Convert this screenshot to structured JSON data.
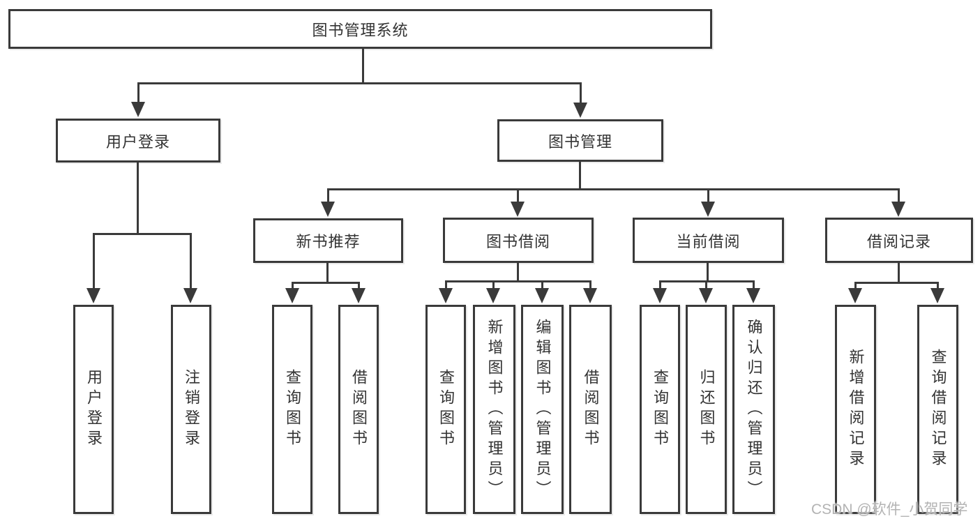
{
  "diagram": {
    "title": "图书管理系统",
    "level2": [
      {
        "label": "用户登录"
      },
      {
        "label": "图书管理"
      }
    ],
    "level3": [
      {
        "label": "新书推荐"
      },
      {
        "label": "图书借阅"
      },
      {
        "label": "当前借阅"
      },
      {
        "label": "借阅记录"
      }
    ],
    "leaves": {
      "user_login": [
        {
          "label": "用户登录"
        },
        {
          "label": "注销登录"
        }
      ],
      "new_book_recommend": [
        {
          "label": "查询图书"
        },
        {
          "label": "借阅图书"
        }
      ],
      "book_borrow": [
        {
          "label": "查询图书"
        },
        {
          "label": "新增图书（管理员）"
        },
        {
          "label": "编辑图书（管理员）"
        },
        {
          "label": "借阅图书"
        }
      ],
      "current_borrow": [
        {
          "label": "查询图书"
        },
        {
          "label": "归还图书"
        },
        {
          "label": "确认归还（管理员）"
        }
      ],
      "borrow_records": [
        {
          "label": "新增借阅记录"
        },
        {
          "label": "查询借阅记录"
        }
      ]
    },
    "watermark": "CSDN @软件_小贺同学",
    "colors": {
      "line": "#3a3a3a",
      "text": "#333333",
      "background": "#ffffff",
      "watermark": "#b3b3b3"
    }
  }
}
